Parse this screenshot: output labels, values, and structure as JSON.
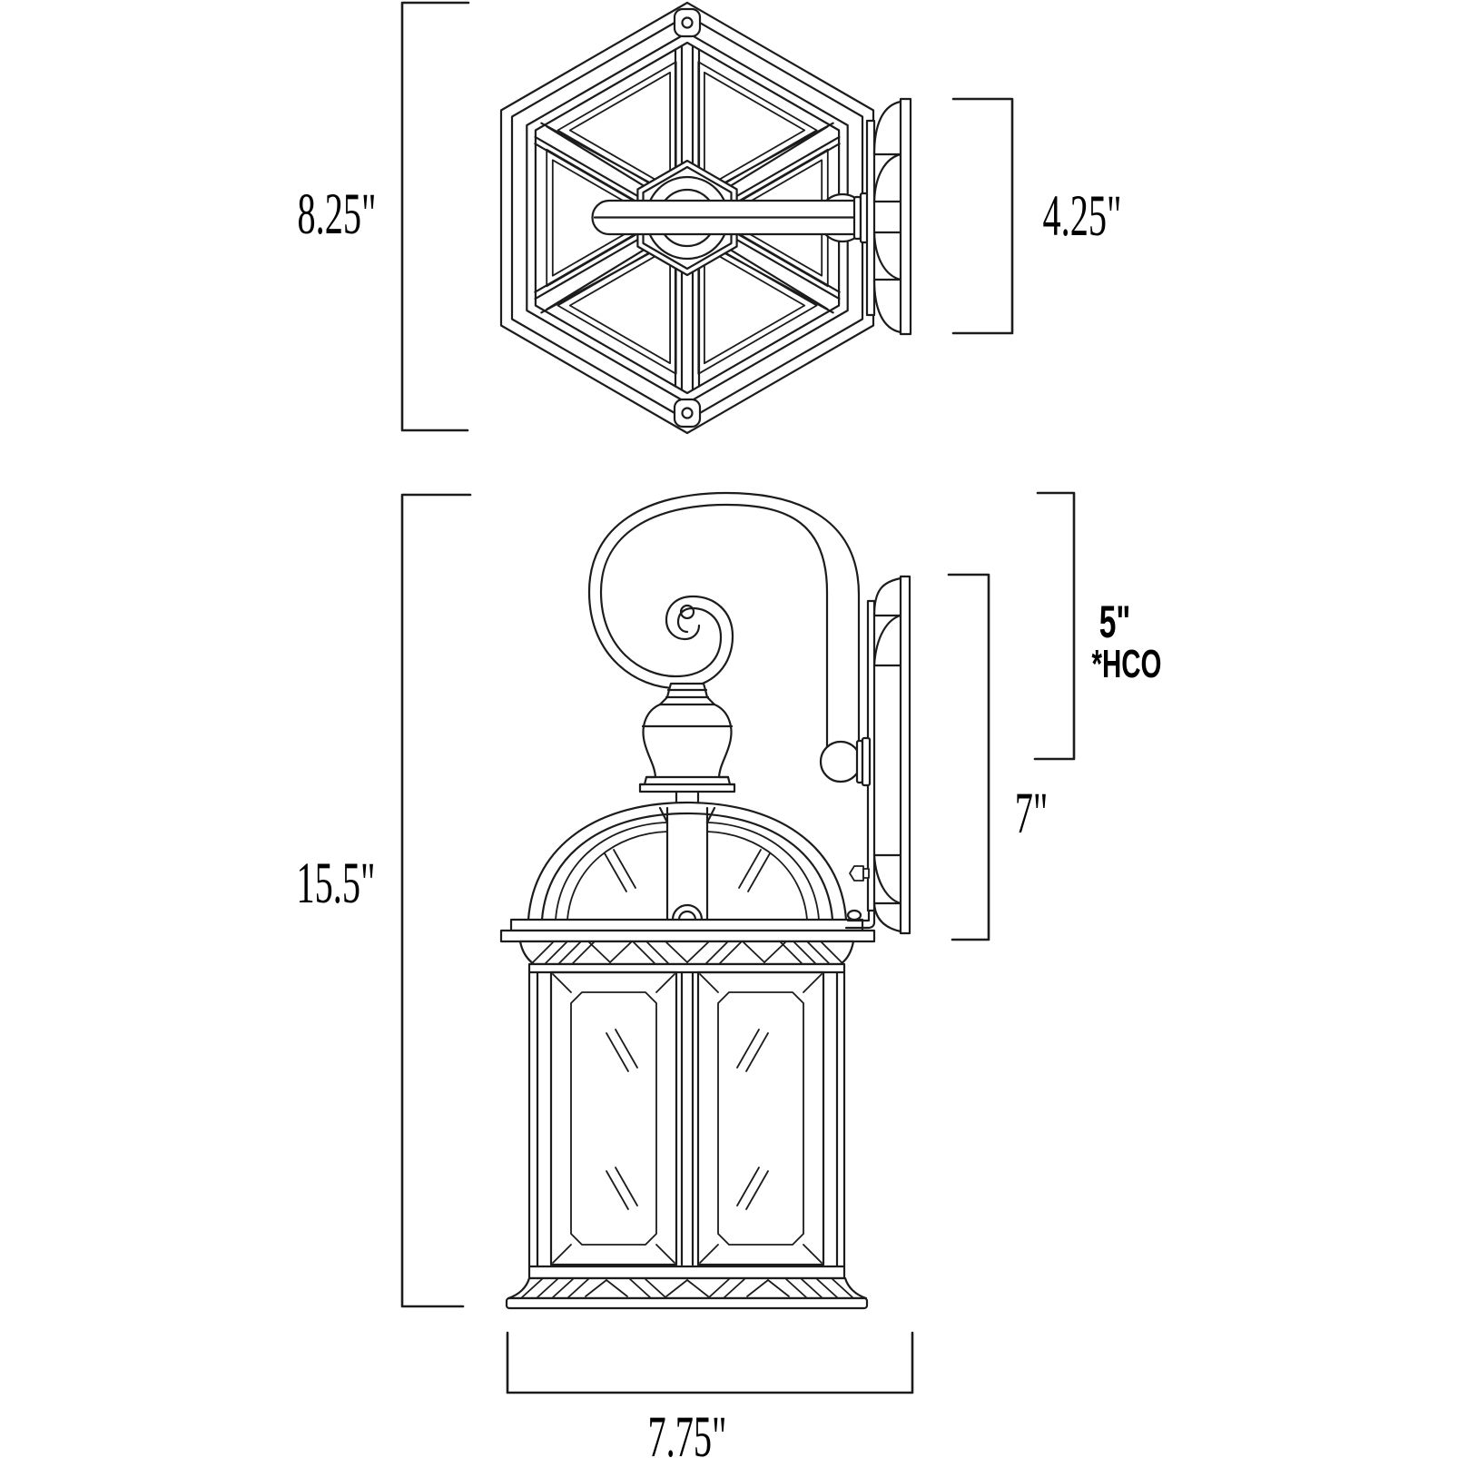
{
  "diagram": {
    "type": "product-dimension-drawing",
    "subject": "outdoor wall lantern",
    "background": "#ffffff",
    "line_color": "#1c1c1c",
    "views": {
      "top_view": "lantern top view (hexagonal roof with spokes and wall plate)",
      "side_view": "lantern side view (scroll arm, finial, domed cage lantern, wall plate)"
    },
    "dimensions": {
      "top_height": "8.25\"",
      "top_depth": "4.25\"",
      "overall_height": "15.5\"",
      "hco_value": "5\"",
      "hco_note": "*HCO",
      "backplate_height": "7\"",
      "overall_width": "7.75\""
    }
  }
}
